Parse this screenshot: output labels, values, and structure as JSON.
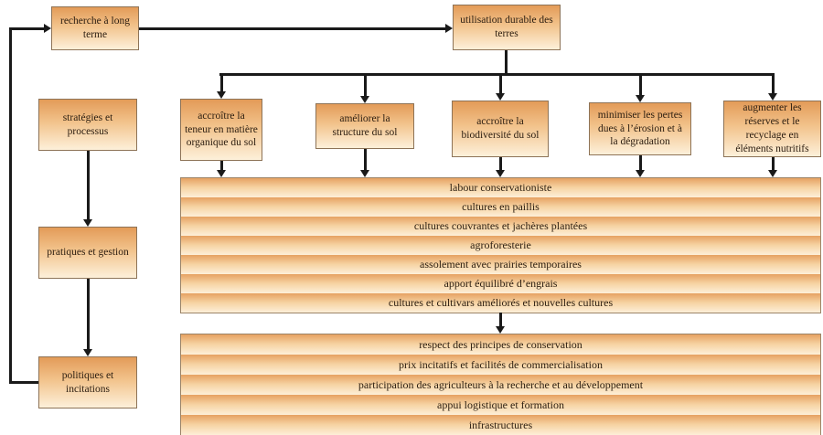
{
  "diagram": {
    "left_column": {
      "research": "recherche à long terme",
      "strategies": "stratégies et processus",
      "practices": "pratiques et gestion",
      "policies": "politiques et incitations"
    },
    "goal": "utilisation durable des terres",
    "objectives": [
      "accroître la teneur en matière organique du sol",
      "améliorer la structure du sol",
      "accroître la biodiversité du sol",
      "minimiser les pertes dues à l’érosion et à la dégradation",
      "augmenter les réserves et le recyclage en éléments nutritifs"
    ],
    "soil_practices": [
      "labour conservationiste",
      "cultures en paillis",
      "cultures couvrantes et jachères plantées",
      "agroforesterie",
      "assolement avec prairies temporaires",
      "apport équilibré d’engrais",
      "cultures et cultivars améliorés et nouvelles cultures"
    ],
    "enabling_conditions": [
      "respect des principes de conservation",
      "prix incitatifs et facilités de commercialisation",
      "participation des agriculteurs à la recherche et au développement",
      "appui logistique et formation",
      "infrastructures"
    ],
    "colors": {
      "box_gradient_top": "#e39b58",
      "box_gradient_bottom": "#fdf0da",
      "box_border": "#8d7357",
      "arrow": "#1a1a1a",
      "text": "#2b1d10",
      "background": "#ffffff"
    }
  }
}
